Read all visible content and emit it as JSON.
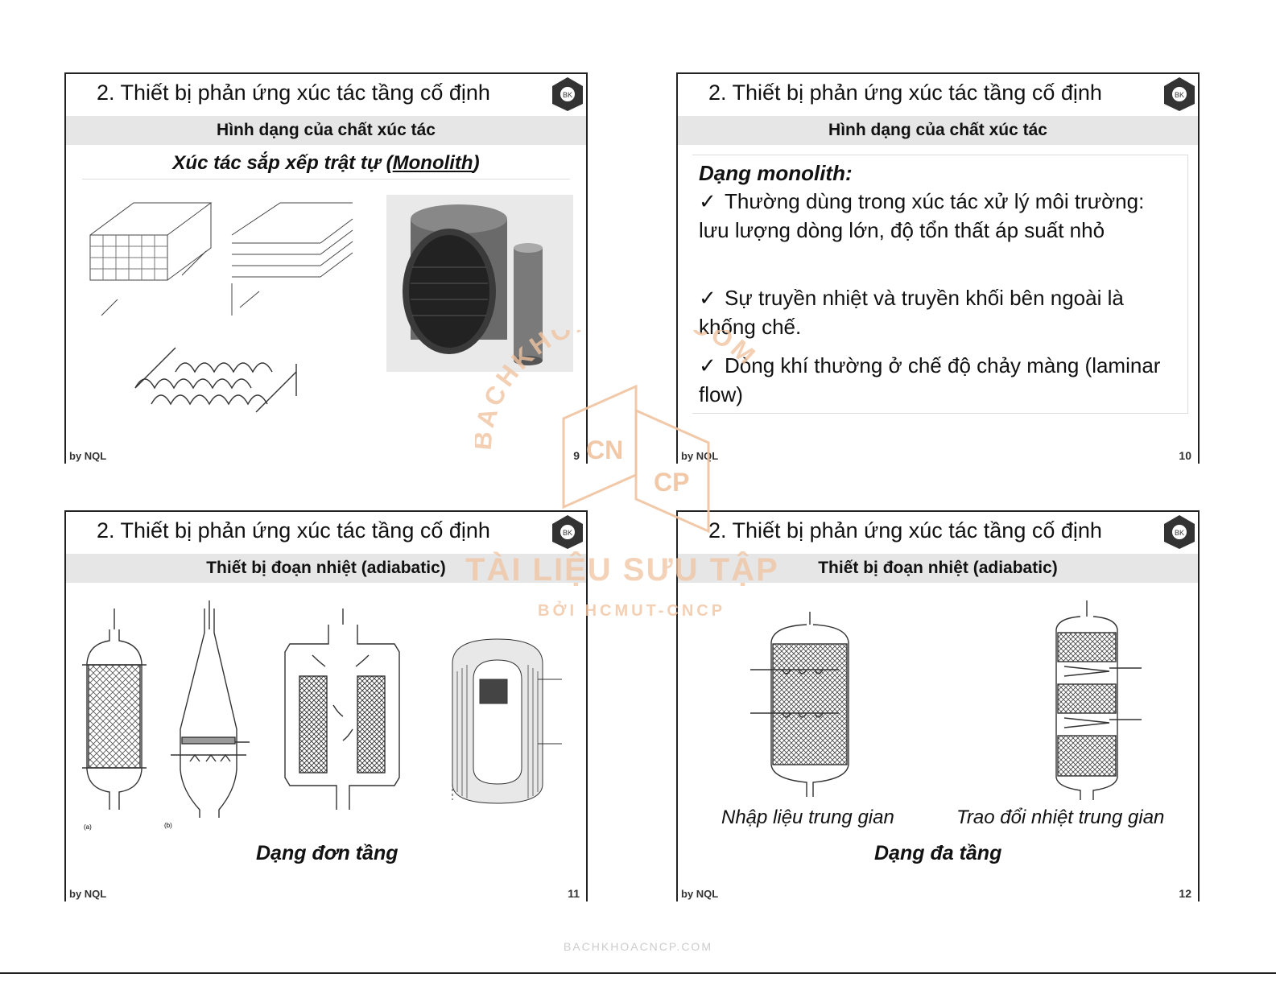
{
  "slides": [
    {
      "title": "2. Thiết bị phản ứng xúc tác tầng cố định",
      "band": "Hình dạng của chất xúc tác",
      "subhead_prefix": "Xúc tác sắp xếp trật tự (",
      "subhead_link": "Monolith",
      "subhead_suffix": ")",
      "footer_left": "by NQL",
      "page": "9"
    },
    {
      "title": "2. Thiết bị phản ứng xúc tác tầng cố định",
      "band": "Hình dạng của chất xúc tác",
      "lead": "Dạng monolith:",
      "bullets": [
        {
          "check": "✓",
          "text": "Thường dùng trong xúc tác xử lý môi trường: lưu lượng dòng lớn, độ tổn thất áp suất nhỏ"
        },
        {
          "check": "✓",
          "text": "Sự truyền nhiệt và truyền khối bên ngoài là khống chế."
        },
        {
          "check": "✓",
          "text": "Dòng khí thường ở chế độ chảy màng (laminar flow)"
        }
      ],
      "footer_left": "by NQL",
      "page": "10"
    },
    {
      "title": "2. Thiết bị phản ứng xúc tác tầng cố định",
      "band": "Thiết bị đoạn nhiệt (adiabatic)",
      "caption": "Dạng đơn tầng",
      "footer_left": "by NQL",
      "page": "11"
    },
    {
      "title": "2. Thiết bị phản ứng xúc tác tầng cố định",
      "band": "Thiết bị đoạn nhiệt (adiabatic)",
      "caption_left": "Nhập liệu trung gian",
      "caption_right": "Trao đổi nhiệt trung gian",
      "caption": "Dạng đa tầng",
      "footer_left": "by NQL",
      "page": "12"
    }
  ],
  "watermark": {
    "arc_text": "BACHKHOACNCP.COM",
    "main": "TÀI LIỆU SƯU TẬP",
    "sub": "BỞI HCMUT-CNCP",
    "logo_letters": [
      "CN",
      "CP"
    ]
  },
  "footer_url": "BACHKHOACNCP.COM"
}
